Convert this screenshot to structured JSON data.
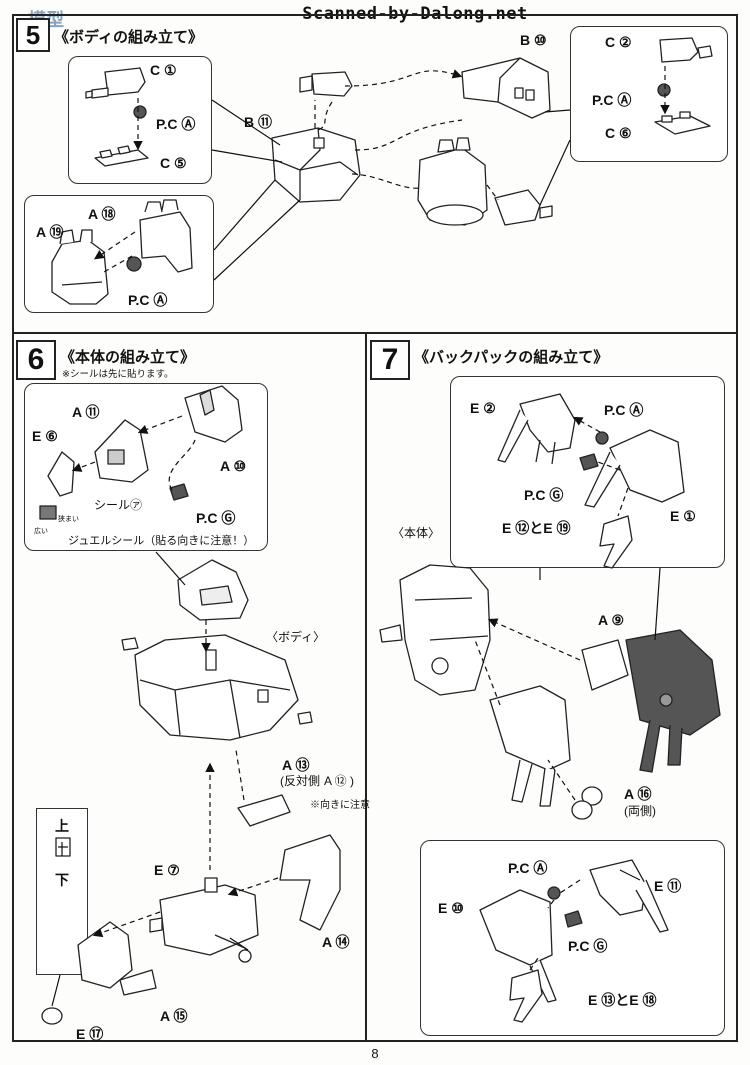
{
  "watermark": "Scanned-by-Dalong.net",
  "logo_text": "模型",
  "page_number": "8",
  "step5": {
    "number": "5",
    "title": "《ボディの組み立て》",
    "labels": {
      "c1": "C ①",
      "pc_a1": "P.C Ⓐ",
      "c5": "C ⑤",
      "b10": "B ⑩",
      "b11": "B ⑪",
      "c2": "C ②",
      "pc_a2": "P.C Ⓐ",
      "c6": "C ⑥",
      "a18": "A ⑱",
      "a19": "A ⑲",
      "pc_a3": "P.C Ⓐ"
    }
  },
  "step6": {
    "number": "6",
    "title": "《本体の組み立て》",
    "note": "※シールは先に貼ります。",
    "labels": {
      "a11": "A ⑪",
      "e6": "E ⑥",
      "a10": "A ⑩",
      "seal": "シール㋐",
      "pc_g": "P.C Ⓖ",
      "narrow": "狭まい",
      "wide": "広い",
      "jewel": "ジュエルシール（貼る向きに注意！）",
      "body": "〈ボディ〉",
      "a13": "A ⑬",
      "opposite": "(反対側",
      "a12": "A ⑫ )",
      "direction_note": "※向きに注意",
      "up": "上",
      "down": "下",
      "e7": "E ⑦",
      "a14": "A ⑭",
      "a15": "A ⑮",
      "e17": "E ⑰"
    }
  },
  "step7": {
    "number": "7",
    "title": "《バックパックの組み立て》",
    "labels": {
      "e2": "E ②",
      "pc_a1": "P.C Ⓐ",
      "pc_g1": "P.C Ⓖ",
      "e1": "E ①",
      "e12_e19": "E ⑫とE ⑲",
      "main_body": "〈本体〉",
      "a9": "A ⑨",
      "a16": "A ⑯",
      "both_sides": "(両側)",
      "pc_a2": "P.C Ⓐ",
      "e11": "E ⑪",
      "e10": "E ⑩",
      "pc_g2": "P.C Ⓖ",
      "e13_e18": "E ⑬とE ⑱"
    }
  }
}
